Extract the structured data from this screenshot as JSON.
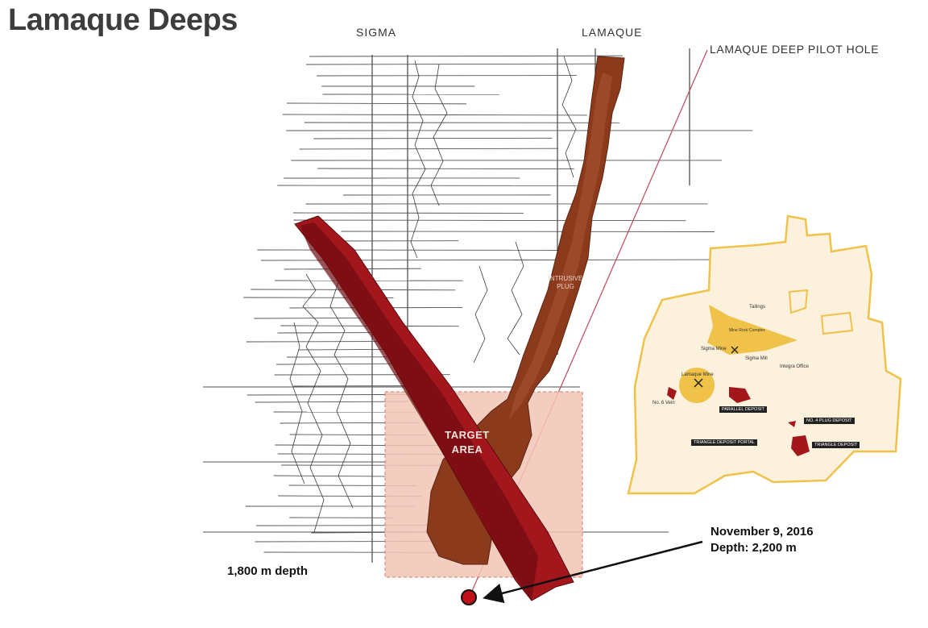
{
  "title": "Lamaque Deeps",
  "columns": {
    "sigma": "SIGMA",
    "lamaque": "LAMAQUE"
  },
  "pilot_hole_label": "LAMAQUE DEEP PILOT HOLE",
  "target": {
    "line1": "TARGET",
    "line2": "AREA"
  },
  "plug": {
    "line1": "INTRUSIVE",
    "line2": "PLUG"
  },
  "callout": {
    "date": "November 9, 2016",
    "depth": "Depth: 2,200 m"
  },
  "depth_1800": "1,800 m depth",
  "map": {
    "tailings": "Tailings",
    "mine_waste": "Mine Rock Complex",
    "sigma_mine": "Sigma Mine",
    "sigma_mill": "Sigma Mill",
    "integra_office": "Integra Office",
    "lamaque_mine": "Lamaque Mine",
    "no6_vein": "No. 6 Vein",
    "parallel_deposit": "PARALLEL DEPOSIT",
    "plug4_deposit": "NO. 4 PLUG DEPOSIT",
    "triangle_portal": "TRIANGLE DEPOSIT PORTAL",
    "triangle_deposit": "TRIANGLE DEPOSIT"
  },
  "colors": {
    "plug": "#8b3a1c",
    "ore_body": "#a3161c",
    "target_box": "#f2c4b6",
    "map_fill": "#fcf1dc",
    "map_border": "#f0c24a",
    "drill_hole": "#c0101a"
  }
}
